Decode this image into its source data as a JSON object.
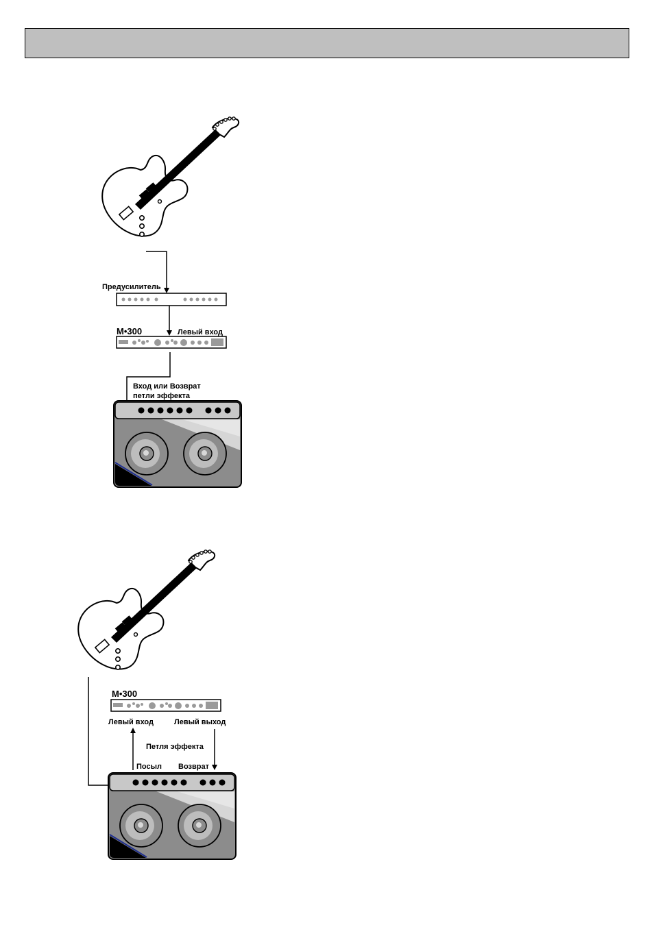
{
  "diagram1": {
    "preamp_label": "Предусилитель",
    "model_label": "M•300",
    "left_input_label": "Левый вход",
    "amp_input_line1": "Вход или Возврат",
    "amp_input_line2": "петли эффекта"
  },
  "diagram2": {
    "model_label": "M•300",
    "left_input_label": "Левый вход",
    "left_output_label": "Левый выход",
    "loop_label": "Петля эффекта",
    "send_label": "Посыл",
    "return_label": "Возврат"
  },
  "colors": {
    "header_bar": "#bfbfbf",
    "amp_grey": "#8c8c8c",
    "amp_light": "#c8c8c8",
    "accent_blue": "#1f2f8f"
  }
}
